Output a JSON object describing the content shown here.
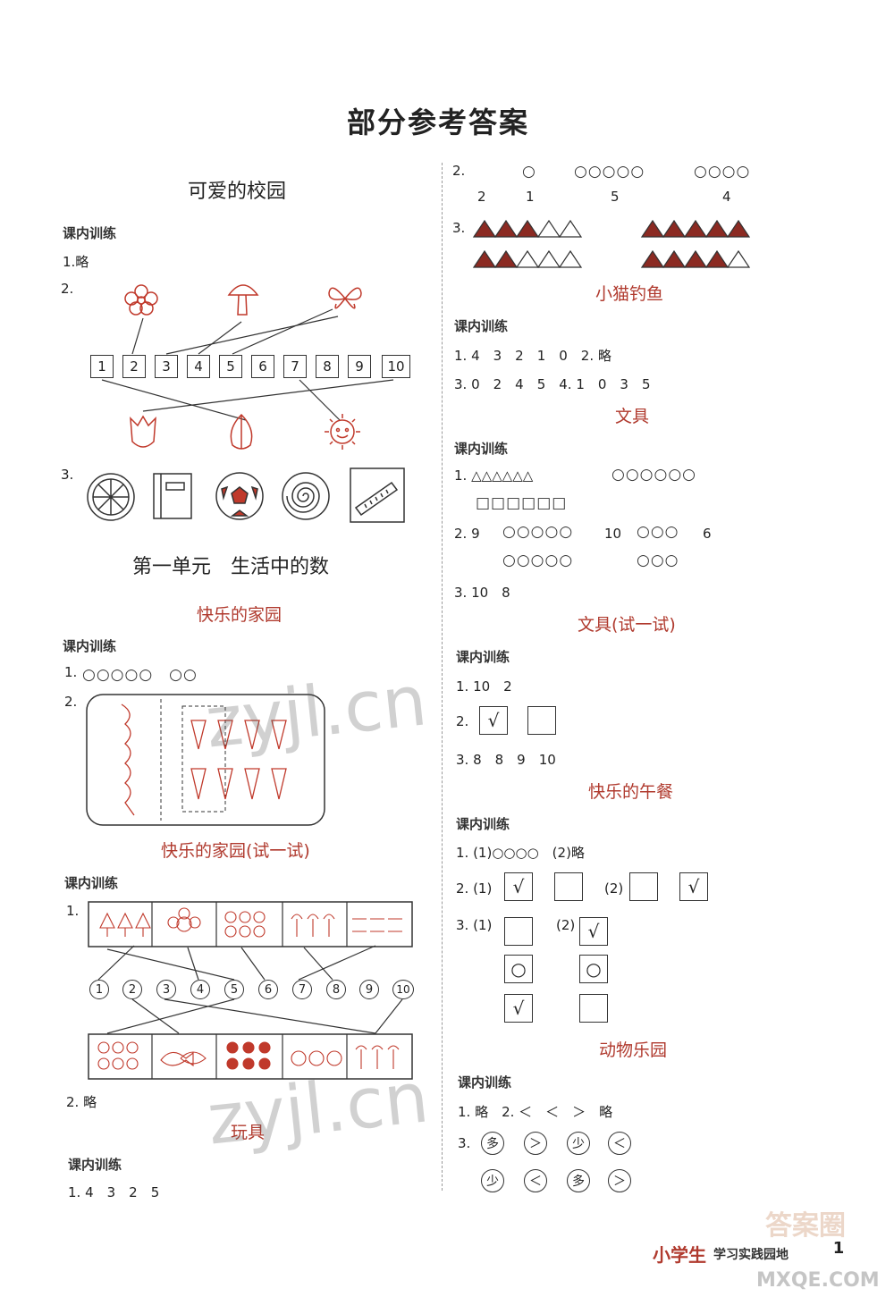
{
  "title": "部分参考答案",
  "left": {
    "sec1": {
      "heading": "可爱的校园",
      "label": "课内训练",
      "q1": "1.略",
      "q2": "2.",
      "numbers": [
        "1",
        "2",
        "3",
        "4",
        "5",
        "6",
        "7",
        "8",
        "9",
        "10"
      ],
      "q3": "3."
    },
    "sec2": {
      "heading": "第一单元　生活中的数"
    },
    "sec3": {
      "heading": "快乐的家园",
      "label": "课内训练",
      "q1": "1.",
      "q1_ovals": "○○○○○　○○",
      "q2": "2."
    },
    "sec4": {
      "heading": "快乐的家园(试一试)",
      "label": "课内训练",
      "q1": "1.",
      "circle_numbers": [
        "1",
        "2",
        "3",
        "4",
        "5",
        "6",
        "7",
        "8",
        "9",
        "10"
      ],
      "q2": "2. 略"
    },
    "sec5": {
      "heading": "玩具",
      "label": "课内训练",
      "q1": "1. 4　3　2　5"
    }
  },
  "right": {
    "q2_label": "2.",
    "q2_ovals": [
      "○",
      "○○○○○",
      "○○○○"
    ],
    "q2_nums": [
      "2",
      "1",
      "5",
      "4"
    ],
    "q3_label": "3.",
    "sec_cat": {
      "heading": "小猫钓鱼",
      "label": "课内训练",
      "l1": "1. 4　3　2　1　0　2. 略",
      "l2": "3. 0　2　4　5　4. 1　0　3　5"
    },
    "sec_stat": {
      "heading": "文具",
      "label": "课内训练",
      "l1a": "1. △△△△△△",
      "l1b": "○○○○○○",
      "l1c": "□□□□□□",
      "l2a": "2. 9",
      "l2b": "○○○○○",
      "l2c": "10",
      "l2d": "○○○",
      "l2e": "6",
      "l2f": "○○○○○",
      "l2g": "○○○",
      "l3": "3. 10　8"
    },
    "sec_stat2": {
      "heading": "文具(试一试)",
      "label": "课内训练",
      "l1": "1. 10　2",
      "l2": "2.",
      "check": "√",
      "l3": "3. 8　8　9　10"
    },
    "sec_lunch": {
      "heading": "快乐的午餐",
      "label": "课内训练",
      "l1": "1. (1)○○○○　(2)略",
      "l2a": "2. (1)",
      "l2b": "(2)",
      "l3a": "3. (1)",
      "l3b": "(2)",
      "check": "√",
      "ring": "○"
    },
    "sec_animal": {
      "heading": "动物乐园",
      "label": "课内训练",
      "l1": "1. 略　2. ＜　＜　＞　略",
      "l2": "3.",
      "row1": [
        "多",
        "＞",
        "少",
        "＜"
      ],
      "row2": [
        "少",
        "＜",
        "多",
        "＞"
      ]
    }
  },
  "footer": {
    "red": "小学生",
    "black": "学习实践园地",
    "page": "1",
    "brand": "答案圈",
    "site": "MXQE.COM"
  },
  "watermark": {
    "text": "zyjl.cn"
  }
}
